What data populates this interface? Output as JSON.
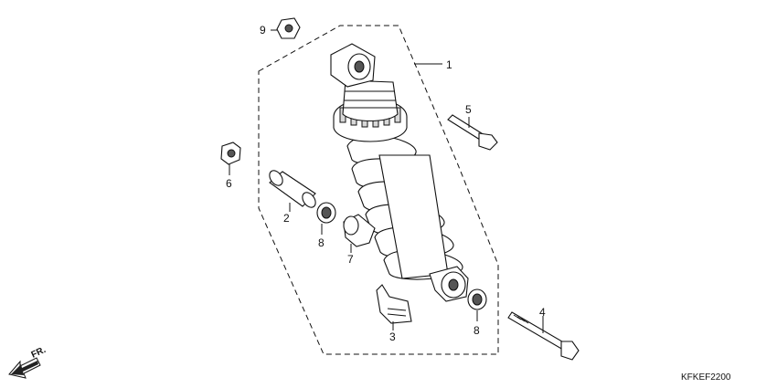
{
  "diagram": {
    "code": "KFKEF2200",
    "direction_label": "FR."
  },
  "callouts": [
    {
      "id": "1",
      "label": "1"
    },
    {
      "id": "2",
      "label": "2"
    },
    {
      "id": "3",
      "label": "3"
    },
    {
      "id": "4",
      "label": "4"
    },
    {
      "id": "5",
      "label": "5"
    },
    {
      "id": "6",
      "label": "6"
    },
    {
      "id": "7",
      "label": "7"
    },
    {
      "id": "8a",
      "label": "8"
    },
    {
      "id": "8b",
      "label": "8"
    },
    {
      "id": "9",
      "label": "9"
    }
  ]
}
